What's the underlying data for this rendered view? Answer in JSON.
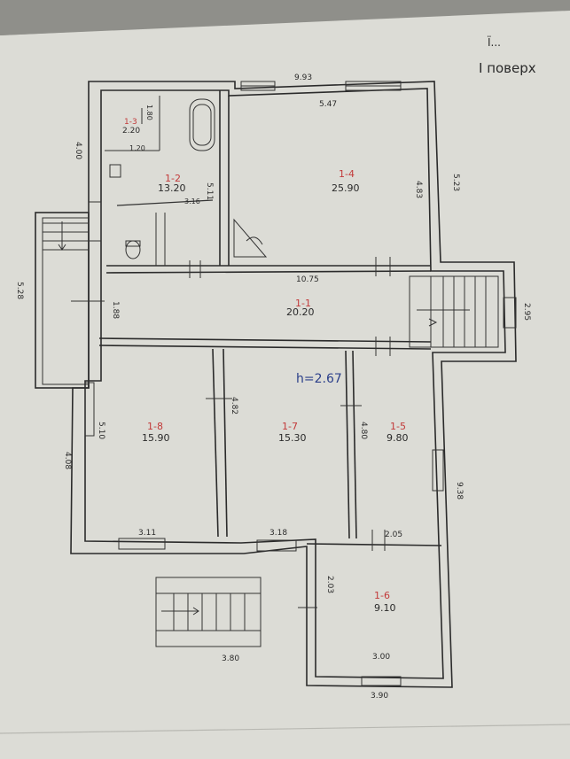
{
  "page": {
    "title_top": "І поверх",
    "header_fragment": "Ї... ",
    "height_note": "h=2.67"
  },
  "rooms": [
    {
      "id": "1-1",
      "area": "20.20"
    },
    {
      "id": "1-2",
      "area": "13.20"
    },
    {
      "id": "1-3",
      "area": "2.20"
    },
    {
      "id": "1-4",
      "area": "25.90"
    },
    {
      "id": "1-5",
      "area": "9.80"
    },
    {
      "id": "1-6",
      "area": "9.10"
    },
    {
      "id": "1-7",
      "area": "15.30"
    },
    {
      "id": "1-8",
      "area": "15.90"
    }
  ],
  "dimensions": {
    "top": "9.93",
    "room4_width": "5.47",
    "right_upper": "5.23",
    "room4_height": "4.83",
    "left_upper": "4.00",
    "left_stair": "5.28",
    "room2_height": "5.11",
    "room2_width": "3.16",
    "room3_w": "1.20",
    "room3_h": "1.80",
    "corridor_len": "10.75",
    "corridor_w": "1.88",
    "right_stair": "2.95",
    "room8_h": "5.10",
    "room8_w": "3.11",
    "left_lower": "4.08",
    "room7_h": "4.82",
    "room7_w": "3.18",
    "room5_h": "4.80",
    "room5_w": "2.05",
    "right_lower": "9.38",
    "room6_h": "2.03",
    "room6_w": "3.00",
    "stair_bottom": "3.80",
    "bottom": "3.90"
  }
}
